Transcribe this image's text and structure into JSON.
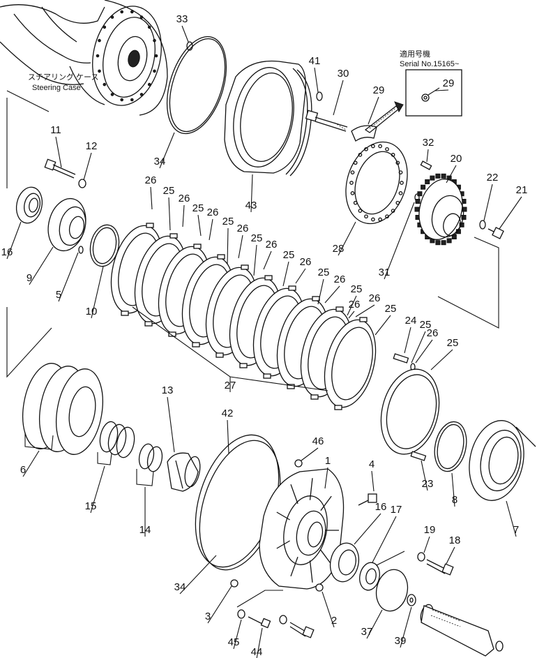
{
  "case_note": {
    "japanese": "ステアリング ケース",
    "english": "Steering Case"
  },
  "serial_note": {
    "japanese": "適用号機",
    "english": "Serial No.15165~"
  },
  "callouts": [
    {
      "id": "c33",
      "text": "33"
    },
    {
      "id": "c41",
      "text": "41"
    },
    {
      "id": "c30",
      "text": "30"
    },
    {
      "id": "c29a",
      "text": "29"
    },
    {
      "id": "c29b",
      "text": "29"
    },
    {
      "id": "c11",
      "text": "11"
    },
    {
      "id": "c12",
      "text": "12"
    },
    {
      "id": "c34a",
      "text": "34"
    },
    {
      "id": "c43",
      "text": "43"
    },
    {
      "id": "c32",
      "text": "32"
    },
    {
      "id": "c20",
      "text": "20"
    },
    {
      "id": "c22",
      "text": "22"
    },
    {
      "id": "c21",
      "text": "21"
    },
    {
      "id": "c16a",
      "text": "16"
    },
    {
      "id": "c9",
      "text": "9"
    },
    {
      "id": "c5",
      "text": "5"
    },
    {
      "id": "c10",
      "text": "10"
    },
    {
      "id": "c28",
      "text": "28"
    },
    {
      "id": "c31",
      "text": "31"
    },
    {
      "id": "c26a",
      "text": "26"
    },
    {
      "id": "c25a",
      "text": "25"
    },
    {
      "id": "c26b",
      "text": "26"
    },
    {
      "id": "c25b",
      "text": "25"
    },
    {
      "id": "c26c",
      "text": "26"
    },
    {
      "id": "c25c",
      "text": "25"
    },
    {
      "id": "c26d",
      "text": "26"
    },
    {
      "id": "c25d",
      "text": "25"
    },
    {
      "id": "c26e",
      "text": "26"
    },
    {
      "id": "c25e",
      "text": "25"
    },
    {
      "id": "c26f",
      "text": "26"
    },
    {
      "id": "c25f",
      "text": "25"
    },
    {
      "id": "c26g",
      "text": "26"
    },
    {
      "id": "c25g",
      "text": "25"
    },
    {
      "id": "c26h",
      "text": "26"
    },
    {
      "id": "c25h",
      "text": "25"
    },
    {
      "id": "c26i",
      "text": "26"
    },
    {
      "id": "c25i",
      "text": "25"
    },
    {
      "id": "c24",
      "text": "24"
    },
    {
      "id": "c26j",
      "text": "26"
    },
    {
      "id": "c25j",
      "text": "25"
    },
    {
      "id": "c27",
      "text": "27"
    },
    {
      "id": "c13",
      "text": "13"
    },
    {
      "id": "c42",
      "text": "42"
    },
    {
      "id": "c46",
      "text": "46"
    },
    {
      "id": "c1",
      "text": "1"
    },
    {
      "id": "c4",
      "text": "4"
    },
    {
      "id": "c16b",
      "text": "16"
    },
    {
      "id": "c17",
      "text": "17"
    },
    {
      "id": "c6",
      "text": "6"
    },
    {
      "id": "c15",
      "text": "15"
    },
    {
      "id": "c14",
      "text": "14"
    },
    {
      "id": "c23",
      "text": "23"
    },
    {
      "id": "c8",
      "text": "8"
    },
    {
      "id": "c7",
      "text": "7"
    },
    {
      "id": "c19",
      "text": "19"
    },
    {
      "id": "c18",
      "text": "18"
    },
    {
      "id": "c34b",
      "text": "34"
    },
    {
      "id": "c3",
      "text": "3"
    },
    {
      "id": "c2",
      "text": "2"
    },
    {
      "id": "c37",
      "text": "37"
    },
    {
      "id": "c39",
      "text": "39"
    },
    {
      "id": "c45",
      "text": "45"
    },
    {
      "id": "c44",
      "text": "44"
    }
  ]
}
